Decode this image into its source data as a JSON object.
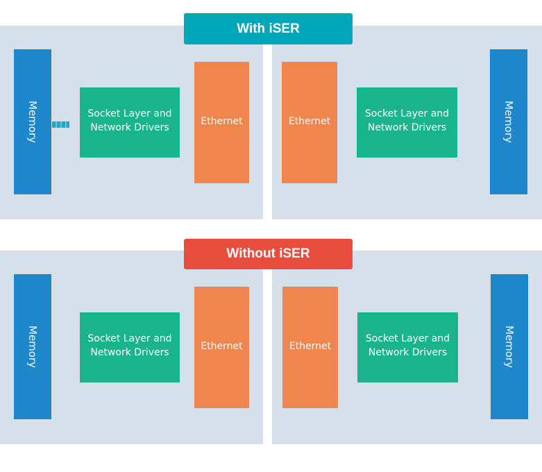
{
  "sections": [
    {
      "title": "With iSER",
      "title_color": "#00a6ba",
      "left": {
        "memory": "Memory",
        "socket": "Socket Layer and Network Drivers",
        "ethernet": "Ethernet"
      },
      "right": {
        "memory": "Memory",
        "socket": "Socket Layer and Network Drivers",
        "ethernet": "Ethernet"
      }
    },
    {
      "title": "Without iSER",
      "title_color": "#e84e3e",
      "left": {
        "memory": "Memory",
        "socket": "Socket Layer and Network Drivers",
        "ethernet": "Ethernet"
      },
      "right": {
        "memory": "Memory",
        "socket": "Socket Layer and Network Drivers",
        "ethernet": "Ethernet"
      }
    }
  ]
}
